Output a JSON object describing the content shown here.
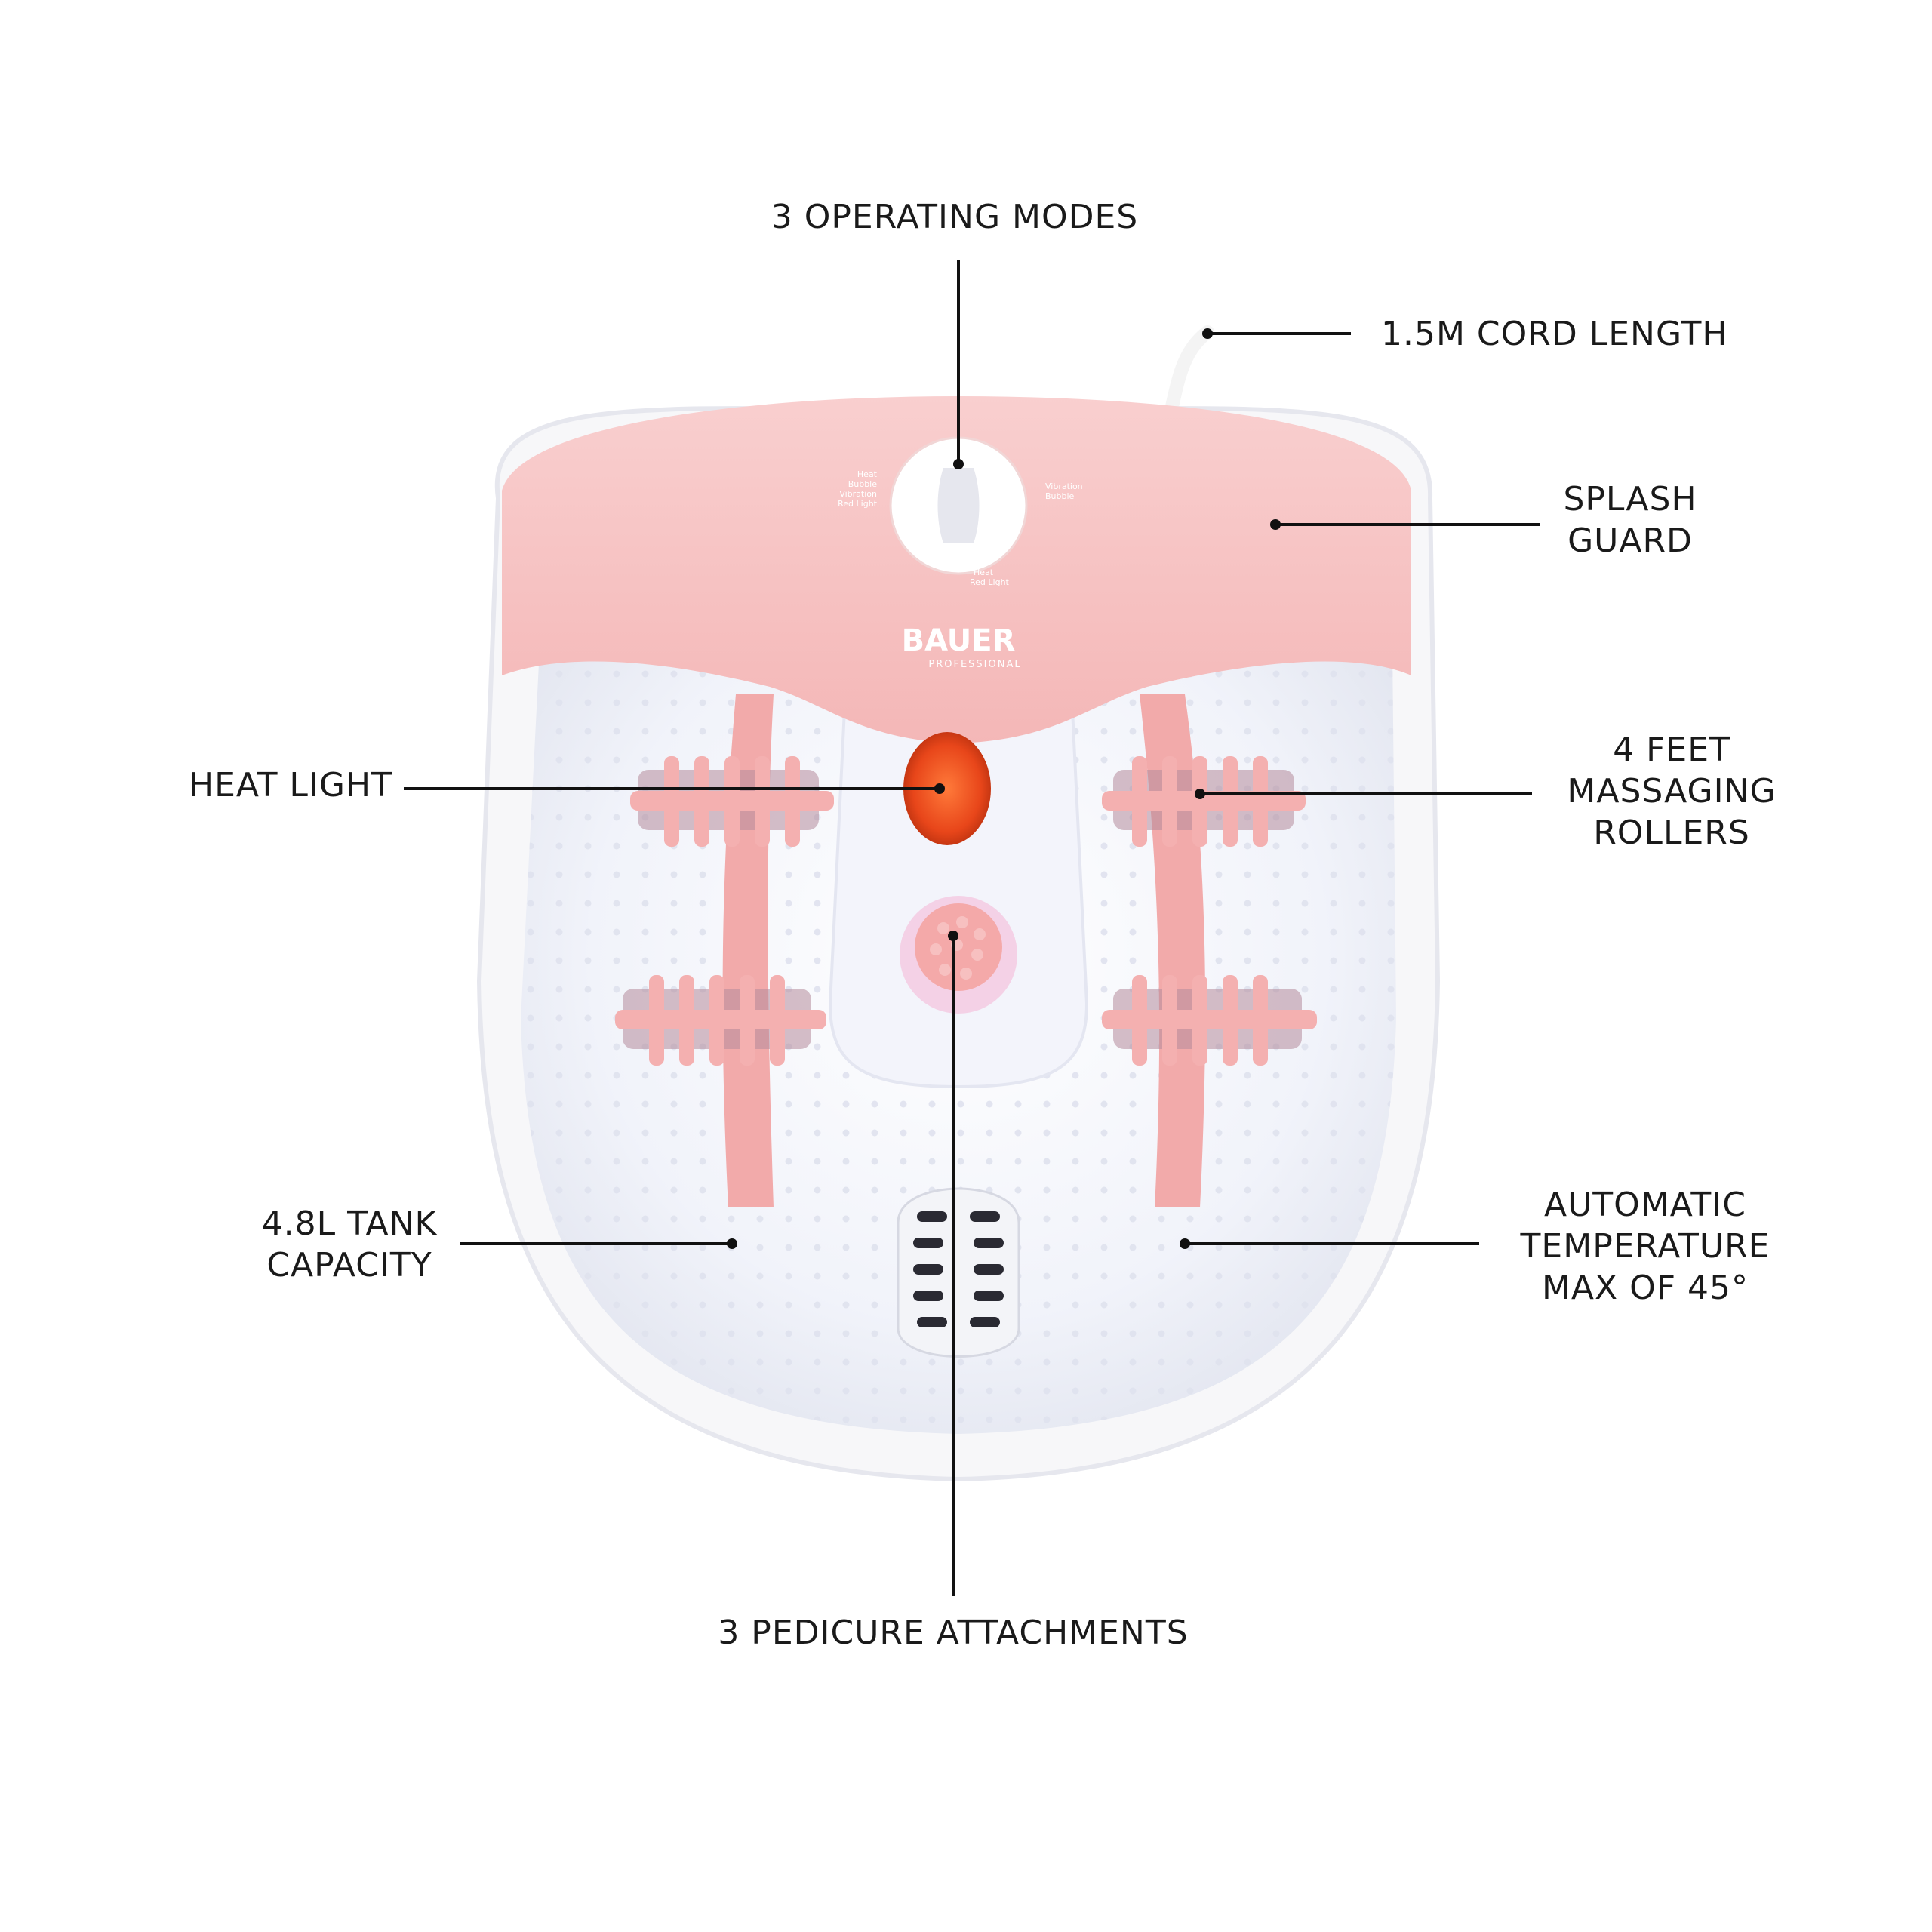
{
  "labels": {
    "operating_modes": "3 OPERATING MODES",
    "cord_length": "1.5M CORD LENGTH",
    "splash_guard": [
      "SPLASH",
      "GUARD"
    ],
    "heat_light": "HEAT LIGHT",
    "massaging_rollers": [
      "4 FEET",
      "MASSAGING",
      "ROLLERS"
    ],
    "tank_capacity": [
      "4.8L TANK",
      "CAPACITY"
    ],
    "temperature": [
      "AUTOMATIC",
      "TEMPERATURE",
      "MAX OF 45°"
    ],
    "pedicure_attachments": "3 PEDICURE ATTACHMENTS"
  },
  "product": {
    "brand": "BAUER",
    "brand_sub": "PROFESSIONAL",
    "dial_left": [
      "Heat",
      "Bubble",
      "Vibration",
      "Red Light"
    ],
    "dial_right": [
      "Vibration",
      "Bubble"
    ],
    "dial_bottom": [
      "Heat",
      "Red Light"
    ]
  },
  "colors": {
    "lid": "#f6bfbf",
    "roller": "#f2aaaa",
    "heat_light": "#e8461a",
    "basin": "#eef0f8"
  }
}
